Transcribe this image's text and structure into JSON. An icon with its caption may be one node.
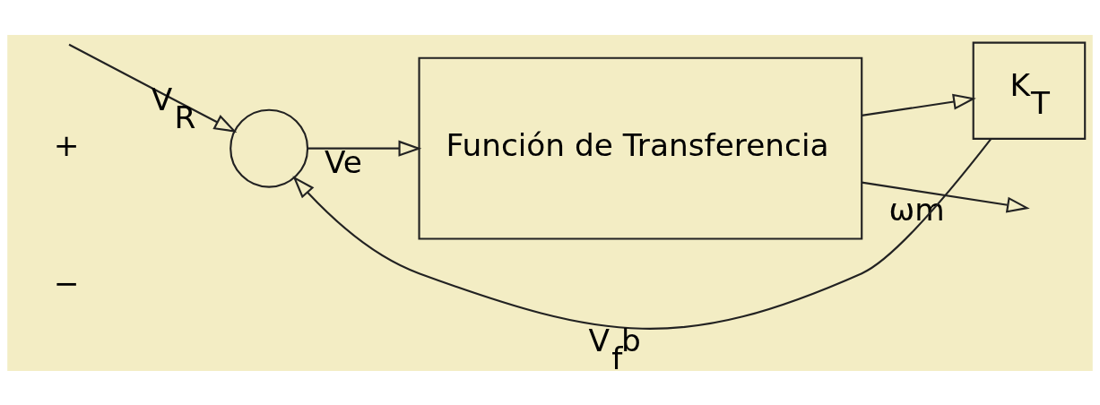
{
  "diagram": {
    "nodes": [
      {
        "text": [],
        "shape": "circle"
      },
      {
        "text": [
          "Función de Transferencia"
        ]
      },
      {
        "text": [
          "K$_{T}$"
        ]
      }
    ],
    "edges": [
      {
        "from": null,
        "to": 0,
        "arrow": "to",
        "label": "V$_{R}$"
      },
      {
        "from": 0,
        "to": 1,
        "arrow": "to",
        "label": "Ve"
      },
      {
        "from": 1,
        "to": null,
        "arrow": "to",
        "label": "ωm"
      },
      {
        "from": 1,
        "to": 2,
        "arrow": "to"
      },
      {
        "from": 2,
        "to": 0,
        "arrow": "to",
        "label": "V$_{f}$b"
      }
    ],
    "labels": [
      "+",
      "−"
    ]
  }
}
